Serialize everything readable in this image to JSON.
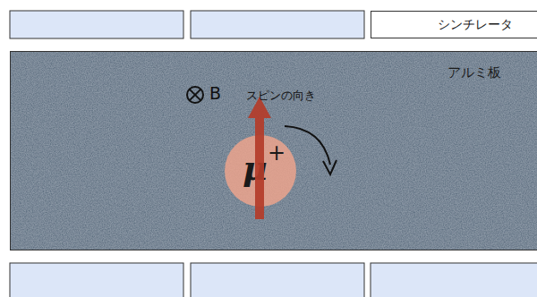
{
  "diagram": {
    "nodes": [
      {
        "text": [
          "シンチレータ"
        ]
      },
      {
        "text": [
          "アルミ板"
        ]
      },
      {
        "text": [
          "μ",
          "+"
        ],
        "in": 1
      }
    ],
    "labels": [
      "B",
      "スピンの向き"
    ]
  }
}
